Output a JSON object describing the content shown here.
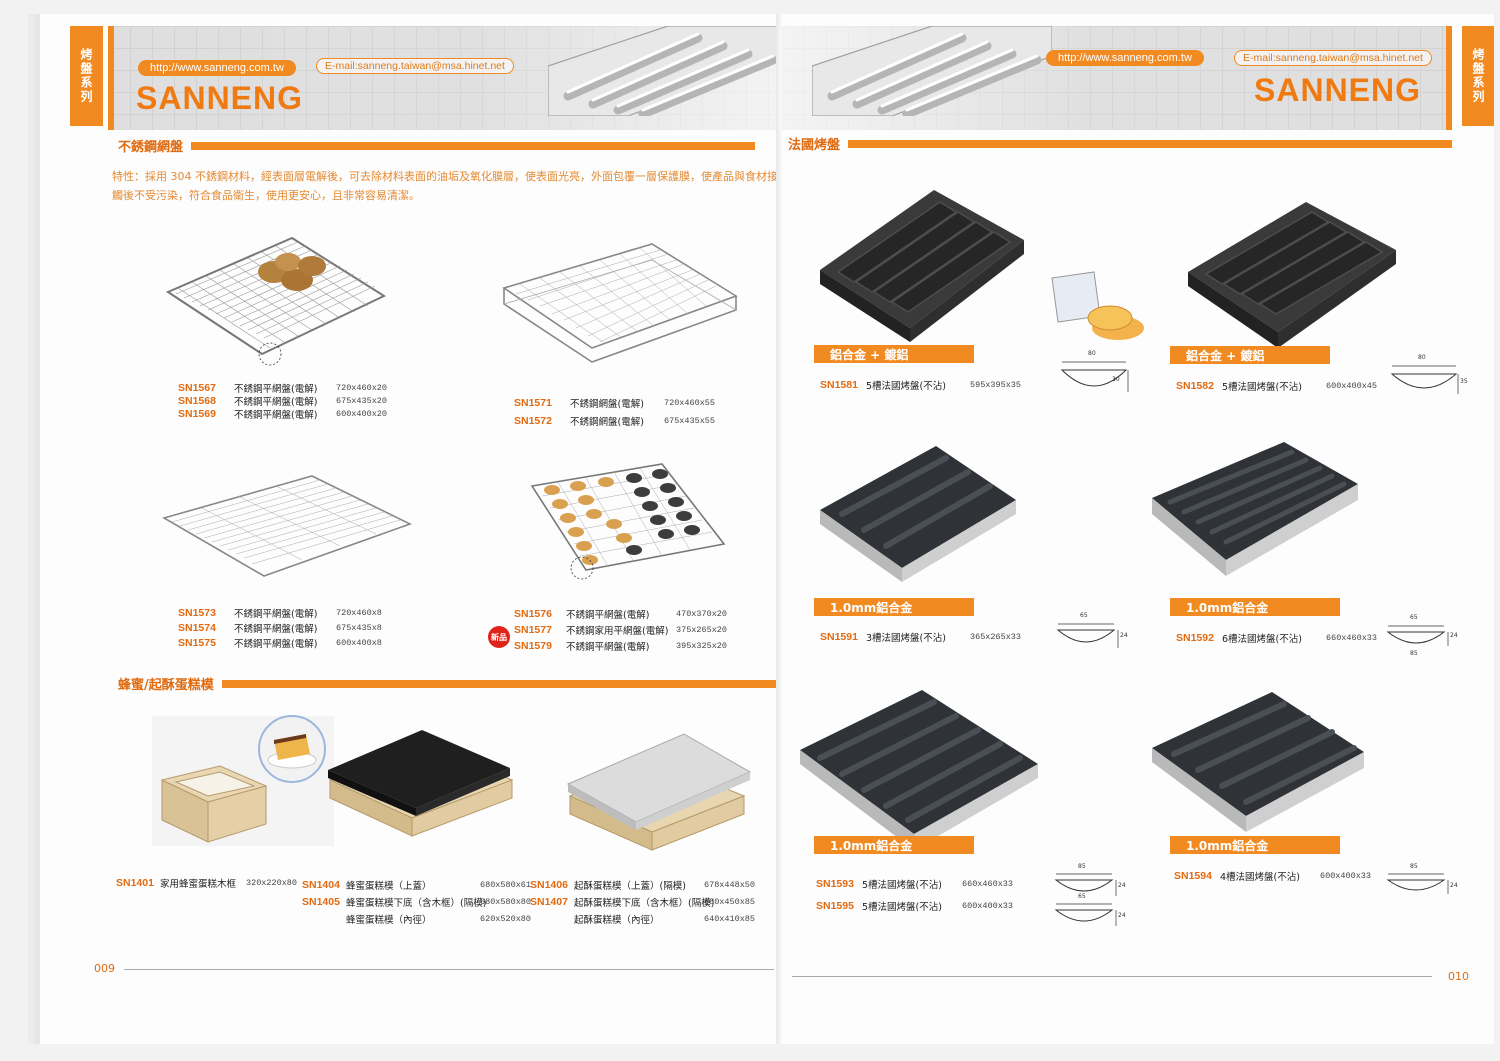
{
  "left_page": {
    "side_tab": "烤盤系列",
    "url": "http://www.sanneng.com.tw",
    "email": "E-mail:sanneng.taiwan@msa.hinet.net",
    "brand": "SANNENG",
    "section1_title": "不銹鋼網盤",
    "section1_desc": "特性：採用 304 不銹鋼材料，經表面層電解後，可去除材料表面的油垢及氧化膜層，使表面光亮，外面包覆一層保護膜，使產品與食材接觸後不受污染，符合食品衛生，使用更安心，且非常容易清潔。",
    "groups": [
      {
        "rows": [
          {
            "code": "SN1567",
            "name": "不銹鋼平網盤(電解)",
            "size": "720x460x20"
          },
          {
            "code": "SN1568",
            "name": "不銹鋼平網盤(電解)",
            "size": "675x435x20"
          },
          {
            "code": "SN1569",
            "name": "不銹鋼平網盤(電解)",
            "size": "600x400x20"
          }
        ]
      },
      {
        "rows": [
          {
            "code": "SN1571",
            "name": "不銹鋼網盤(電解)",
            "size": "720x460x55"
          },
          {
            "code": "SN1572",
            "name": "不銹鋼網盤(電解)",
            "size": "675x435x55"
          }
        ]
      },
      {
        "rows": [
          {
            "code": "SN1573",
            "name": "不銹鋼平網盤(電解)",
            "size": "720x460x8"
          },
          {
            "code": "SN1574",
            "name": "不銹鋼平網盤(電解)",
            "size": "675x435x8"
          },
          {
            "code": "SN1575",
            "name": "不銹鋼平網盤(電解)",
            "size": "600x400x8"
          }
        ]
      },
      {
        "rows": [
          {
            "code": "SN1576",
            "name": "不銹鋼平網盤(電解)",
            "size": "470x370x20"
          },
          {
            "code": "SN1577",
            "name": "不銹鋼家用平網盤(電解)",
            "size": "375x265x20"
          },
          {
            "code": "SN1579",
            "name": "不銹鋼平網盤(電解)",
            "size": "395x325x20"
          }
        ]
      }
    ],
    "new_badge": "新品",
    "section2_title": "蜂蜜/起酥蛋糕模",
    "cake": [
      {
        "code": "SN1401",
        "name": "家用蜂蜜蛋糕木框",
        "size": "320x220x80"
      },
      {
        "code": "SN1404",
        "name": "蜂蜜蛋糕模（上蓋）",
        "size": "680x580x61"
      },
      {
        "code": "SN1405",
        "name": "蜂蜜蛋糕模下底（含木框）(隔模)",
        "size": "680x580x80"
      },
      {
        "code": "",
        "name": "蜂蜜蛋糕模（內徑）",
        "size": "620x520x80"
      },
      {
        "code": "SN1406",
        "name": "起酥蛋糕模（上蓋）(隔模)",
        "size": "678x448x50"
      },
      {
        "code": "SN1407",
        "name": "起酥蛋糕模下底（含木框）(隔模)",
        "size": "680x450x85"
      },
      {
        "code": "",
        "name": "起酥蛋糕模（內徑）",
        "size": "640x410x85"
      }
    ],
    "page_number": "009"
  },
  "right_page": {
    "side_tab": "烤盤系列",
    "url": "http://www.sanneng.com.tw",
    "email": "E-mail:sanneng.taiwan@msa.hinet.net",
    "brand": "SANNENG",
    "section_title": "法國烤盤",
    "products": [
      {
        "material": "鋁合金 + 鍍鋁",
        "rows": [
          {
            "code": "SN1581",
            "name": "5槽法國烤盤(不沾)",
            "size": "595x395x35"
          }
        ],
        "dims": [
          "80",
          "30"
        ]
      },
      {
        "material": "鋁合金 + 鍍鋁",
        "rows": [
          {
            "code": "SN1582",
            "name": "5槽法國烤盤(不沾)",
            "size": "600x400x45"
          }
        ],
        "dims": [
          "80",
          "35"
        ]
      },
      {
        "material": "1.0mm鋁合金",
        "rows": [
          {
            "code": "SN1591",
            "name": "3槽法國烤盤(不沾)",
            "size": "365x265x33"
          }
        ],
        "dims": [
          "65",
          "24"
        ]
      },
      {
        "material": "1.0mm鋁合金",
        "rows": [
          {
            "code": "SN1592",
            "name": "6槽法國烤盤(不沾)",
            "size": "660x460x33"
          }
        ],
        "dims": [
          "65",
          "24",
          "85"
        ]
      },
      {
        "material": "1.0mm鋁合金",
        "rows": [
          {
            "code": "SN1593",
            "name": "5槽法國烤盤(不沾)",
            "size": "660x460x33"
          },
          {
            "code": "SN1595",
            "name": "5槽法國烤盤(不沾)",
            "size": "600x400x33"
          }
        ],
        "dims": [
          "85",
          "24",
          "65",
          "24"
        ]
      },
      {
        "material": "1.0mm鋁合金",
        "rows": [
          {
            "code": "SN1594",
            "name": "4槽法國烤盤(不沾)",
            "size": "600x400x33"
          }
        ],
        "dims": [
          "85",
          "24"
        ]
      }
    ],
    "page_number": "010"
  },
  "colors": {
    "accent": "#f28a22",
    "brand_orange": "#f07a12",
    "code_orange": "#e36a10"
  }
}
